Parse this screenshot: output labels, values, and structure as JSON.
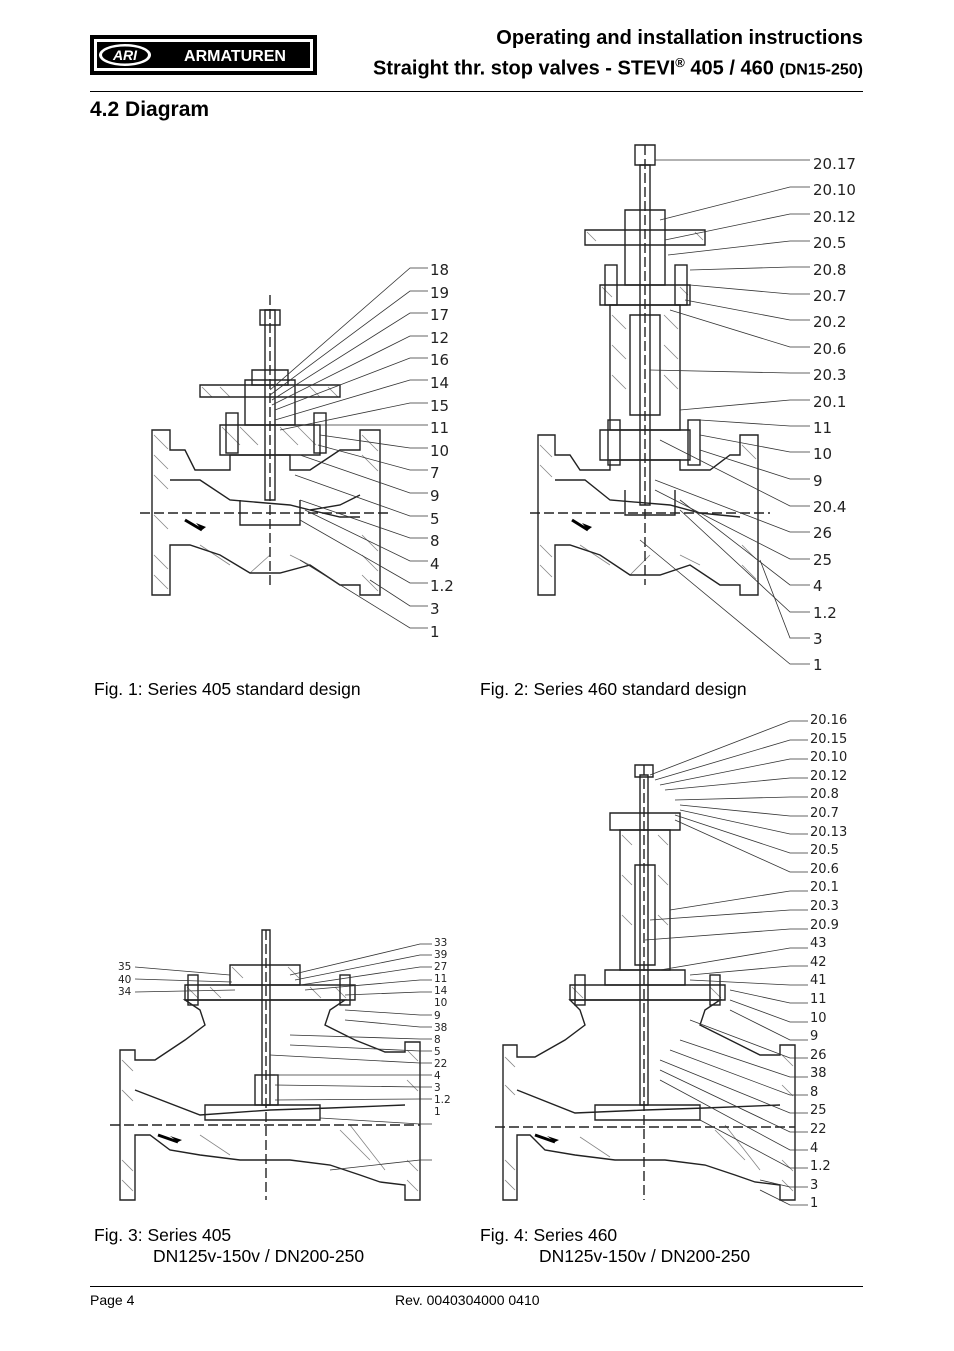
{
  "header": {
    "logo_text": "ARI ARMATUREN",
    "title_line1": "Operating and installation instructions",
    "title_line2_prefix": "Straight thr. stop valves - STEVI",
    "title_reg": "®",
    "title_line2_series": " 405 / 460 ",
    "title_line2_range": "(DN15-250)"
  },
  "section": {
    "heading": "4.2  Diagram"
  },
  "figures": [
    {
      "caption_line1": "Fig. 1: Series 405 standard design",
      "caption_line2": "",
      "labels": [
        "18",
        "19",
        "17",
        "12",
        "16",
        "14",
        "15",
        "11",
        "10",
        "7",
        "9",
        "5",
        "8",
        "4",
        "1.2",
        "3",
        "1"
      ]
    },
    {
      "caption_line1": "Fig. 2: Series 460 standard design",
      "caption_line2": "",
      "labels": [
        "20.17",
        "20.10",
        "20.12",
        "20.5",
        "20.8",
        "20.7",
        "20.2",
        "20.6",
        "20.3",
        "20.1",
        "11",
        "10",
        "9",
        "20.4",
        "26",
        "25",
        "4",
        "1.2",
        "3",
        "1"
      ]
    },
    {
      "caption_line1": "Fig. 3: Series 405",
      "caption_line2": "DN125v-150v / DN200-250",
      "labels_left": [
        "35",
        "40",
        "34"
      ],
      "labels": [
        "33",
        "39",
        "27",
        "11",
        "14",
        "10",
        "9",
        "38",
        "8",
        "5",
        "22",
        "4",
        "3",
        "1.2",
        "1"
      ]
    },
    {
      "caption_line1": "Fig. 4: Series 460",
      "caption_line2": "DN125v-150v / DN200-250",
      "labels": [
        "20.16",
        "20.15",
        "20.10",
        "20.12",
        "20.8",
        "20.7",
        "20.13",
        "20.5",
        "20.6",
        "20.1",
        "20.3",
        "20.9",
        "43",
        "42",
        "41",
        "11",
        "10",
        "9",
        "26",
        "38",
        "8",
        "25",
        "22",
        "4",
        "1.2",
        "3",
        "1"
      ]
    }
  ],
  "footer": {
    "page": "Page 4",
    "revision": "Rev. 0040304000 0410"
  }
}
